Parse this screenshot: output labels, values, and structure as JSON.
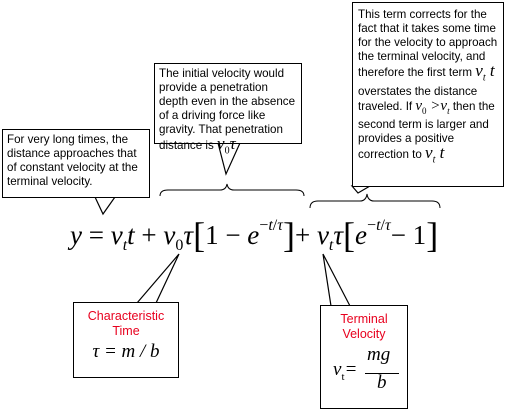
{
  "box_long_times": {
    "text": "For very long times, the distance approaches that of constant velocity at the terminal velocity."
  },
  "box_initial_velocity": {
    "text": "The initial velocity would provide a penetration depth even in the absence of a driving force like gravity. That penetration distance is"
  },
  "box_correction": {
    "text_1": "This term corrects for the fact that it takes some time for the velocity to approach the terminal velocity, and therefore the first term",
    "text_2": "overstates the distance traveled. If",
    "text_3": "then the second term is larger and provides a positive correction to"
  },
  "box_characteristic_time": {
    "label_1": "Characteristic",
    "label_2": "Time",
    "formula": "τ = m / b"
  },
  "box_terminal_velocity": {
    "label_1": "Terminal",
    "label_2": "Velocity",
    "numerator": "mg",
    "denominator": "b"
  },
  "colors": {
    "label_red": "#e8001e",
    "border": "#000000",
    "background": "#ffffff"
  }
}
